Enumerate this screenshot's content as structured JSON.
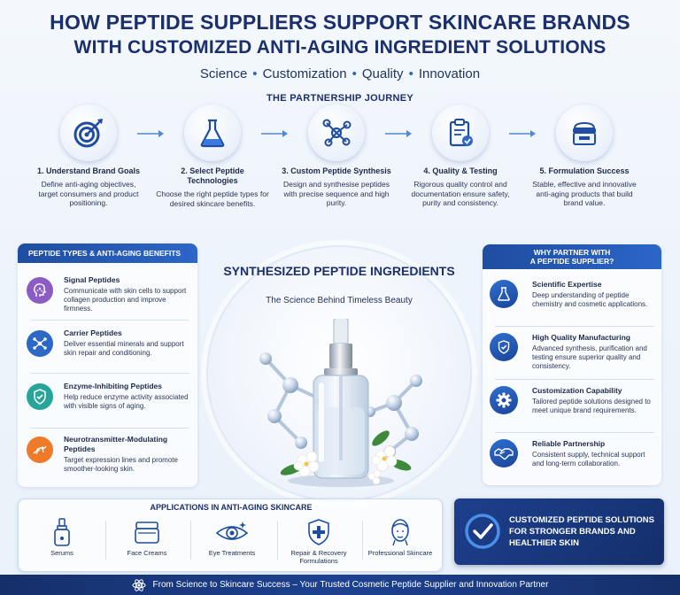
{
  "header": {
    "title_line1": "HOW PEPTIDE SUPPLIERS SUPPORT SKINCARE BRANDS",
    "title_line2": "WITH CUSTOMIZED ANTI-AGING INGREDIENT SOLUTIONS",
    "tagline": [
      "Science",
      "Customization",
      "Quality",
      "Innovation"
    ],
    "tagline_separator": "•"
  },
  "journey": {
    "title": "THE PARTNERSHIP JOURNEY",
    "steps": [
      {
        "icon": "target-icon",
        "title": "1. Understand Brand Goals",
        "desc": "Define anti-aging objectives, target consumers and product positioning."
      },
      {
        "icon": "flask-icon",
        "title": "2. Select Peptide Technologies",
        "desc": "Choose the right peptide types for desired skincare benefits."
      },
      {
        "icon": "molecule-icon",
        "title": "3. Custom Peptide Synthesis",
        "desc": "Design and synthesise peptides with precise sequence and high purity."
      },
      {
        "icon": "clipboard-check-icon",
        "title": "4. Quality & Testing",
        "desc": "Rigorous quality control and documentation ensure safety, purity and consistency."
      },
      {
        "icon": "cream-jar-icon",
        "title": "5. Formulation Success",
        "desc": "Stable, effective and innovative anti-aging products that build brand value."
      }
    ]
  },
  "peptide_types": {
    "title": "PEPTIDE TYPES & ANTI-AGING BENEFITS",
    "items": [
      {
        "icon": "face-signal-icon",
        "color": "#8a5cc4",
        "title": "Signal Peptides",
        "desc": "Communicate with skin cells to support collagen production and improve firmness."
      },
      {
        "icon": "network-icon",
        "color": "#2d68c6",
        "title": "Carrier Peptides",
        "desc": "Deliver essential minerals and support skin repair and conditioning."
      },
      {
        "icon": "shield-check-icon",
        "color": "#27a59a",
        "title": "Enzyme-Inhibiting Peptides",
        "desc": "Help reduce enzyme activity associated with visible signs of aging."
      },
      {
        "icon": "neuron-icon",
        "color": "#ef7a2a",
        "title": "Neurotransmitter-Modulating Peptides",
        "desc": "Target expression lines and promote smoother-looking skin."
      }
    ]
  },
  "center": {
    "title": "SYNTHESIZED PEPTIDE INGREDIENTS",
    "subtitle": "The Science Behind Timeless Beauty"
  },
  "why_partner": {
    "title_line1": "WHY PARTNER WITH",
    "title_line2": "A PEPTIDE SUPPLIER?",
    "items": [
      {
        "icon": "flask-icon",
        "title": "Scientific Expertise",
        "desc": "Deep understanding of peptide chemistry and cosmetic applications."
      },
      {
        "icon": "shield-check-icon",
        "title": "High Quality Manufacturing",
        "desc": "Advanced synthesis, purification and testing ensure superior quality and consistency."
      },
      {
        "icon": "gear-icon",
        "title": "Customization Capability",
        "desc": "Tailored peptide solutions designed to meet unique brand requirements."
      },
      {
        "icon": "handshake-icon",
        "title": "Reliable Partnership",
        "desc": "Consistent supply, technical support and long-term collaboration."
      }
    ]
  },
  "applications": {
    "title": "APPLICATIONS IN ANTI-AGING SKINCARE",
    "items": [
      {
        "icon": "serum-bottle-icon",
        "label": "Serums"
      },
      {
        "icon": "cream-jar-icon",
        "label": "Face Creams"
      },
      {
        "icon": "eye-icon",
        "label": "Eye Treatments"
      },
      {
        "icon": "medical-shield-icon",
        "label": "Repair & Recovery Formulations"
      },
      {
        "icon": "face-icon",
        "label": "Professional Skincare"
      }
    ]
  },
  "cta": {
    "icon": "check-circle-icon",
    "text": "CUSTOMIZED PEPTIDE SOLUTIONS FOR STRONGER BRANDS AND HEALTHIER SKIN"
  },
  "footer": {
    "icon": "atom-icon",
    "text": "From Science to Skincare Success – Your Trusted Cosmetic Peptide Supplier and Innovation Partner"
  },
  "colors": {
    "navy": "#1a2f6b",
    "accent_blue": "#2c66c8",
    "signal_purple": "#8a5cc4",
    "carrier_blue": "#2d68c6",
    "enzyme_teal": "#27a59a",
    "neuro_orange": "#ef7a2a"
  }
}
